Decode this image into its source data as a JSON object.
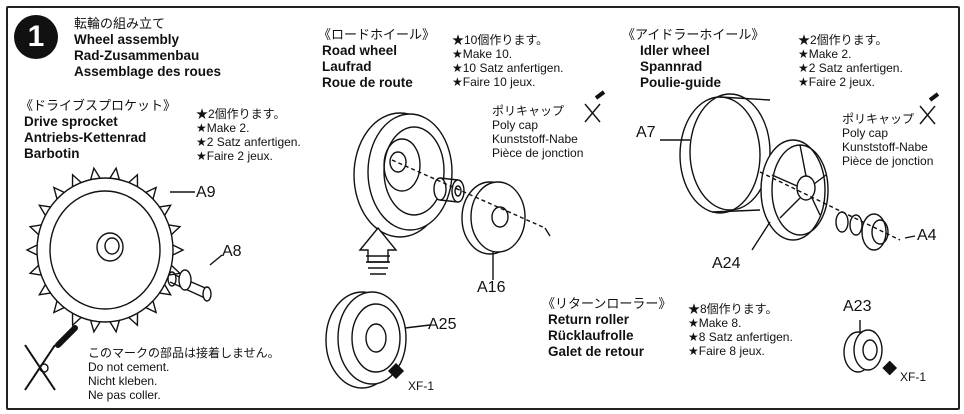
{
  "step": {
    "number": "1",
    "title_jp": "転輪の組み立て",
    "title_lines": [
      "Wheel assembly",
      "Rad-Zusammenbau",
      "Assemblage des roues"
    ]
  },
  "drive_sprocket": {
    "jp": "《ドライブスプロケット》",
    "names": [
      "Drive sprocket",
      "Antriebs-Kettenrad",
      "Barbotin"
    ],
    "qty": [
      "★2個作ります。",
      "★Make 2.",
      "★2 Satz anfertigen.",
      "★Faire 2 jeux."
    ]
  },
  "road_wheel": {
    "jp": "《ロードホイール》",
    "names": [
      "Road wheel",
      "Laufrad",
      "Roue de route"
    ],
    "qty": [
      "★10個作ります。",
      "★Make 10.",
      "★10 Satz anfertigen.",
      "★Faire 10 jeux."
    ]
  },
  "idler_wheel": {
    "jp": "《アイドラーホイール》",
    "names": [
      "Idler wheel",
      "Spannrad",
      "Poulie-guide"
    ],
    "qty": [
      "★2個作ります。",
      "★Make 2.",
      "★2 Satz anfertigen.",
      "★Faire 2 jeux."
    ]
  },
  "return_roller": {
    "jp": "《リターンローラー》",
    "names": [
      "Return roller",
      "Rücklaufrolle",
      "Galet de retour"
    ],
    "qty": [
      "★8個作ります。",
      "★Make 8.",
      "★8 Satz anfertigen.",
      "★Faire 8 jeux."
    ]
  },
  "poly_cap_1": {
    "lines": [
      "ポリキャップ",
      "Poly cap",
      "Kunststoff-Nabe",
      "Pièce de jonction"
    ]
  },
  "poly_cap_2": {
    "lines": [
      "ポリキャップ",
      "Poly cap",
      "Kunststoff-Nabe",
      "Pièce de jonction"
    ]
  },
  "no_cement": {
    "lines": [
      "このマークの部品は接着しません。",
      "Do not cement.",
      "Nicht kleben.",
      "Ne pas coller."
    ]
  },
  "parts": {
    "a9": "A9",
    "a8": "A8",
    "a16": "A16",
    "a25": "A25",
    "a7": "A7",
    "a24": "A24",
    "a4": "A4",
    "a23": "A23"
  },
  "paint": {
    "xf1_a": "XF-1",
    "xf1_b": "XF-1"
  }
}
